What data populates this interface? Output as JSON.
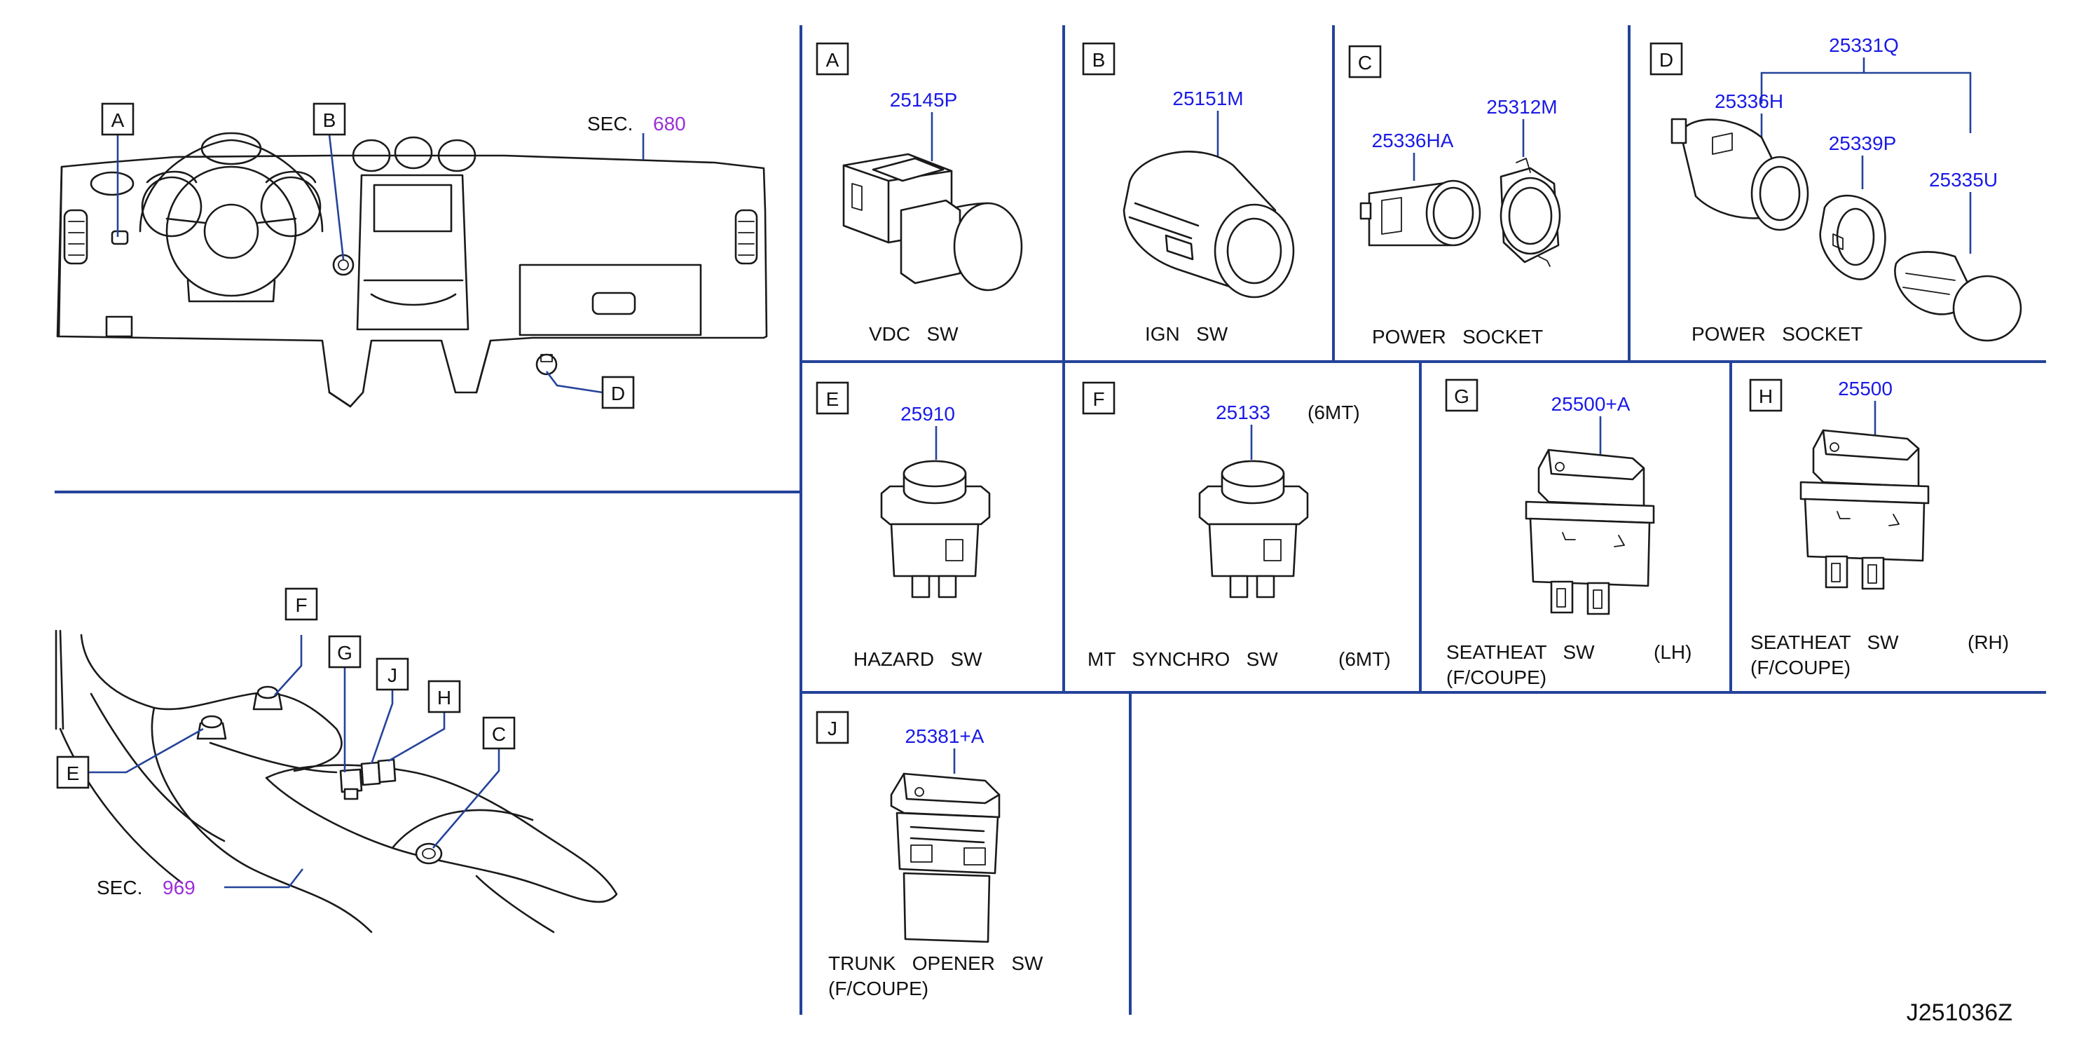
{
  "colors": {
    "grid": "#24439a",
    "part_number": "#1a1ae6",
    "section_number": "#9b2fd6",
    "line": "#1a1a1a"
  },
  "overview": {
    "dash": {
      "callouts": [
        "A",
        "B",
        "D"
      ],
      "sec_label": "SEC.",
      "sec_number": "680"
    },
    "console": {
      "callouts": [
        "F",
        "G",
        "J",
        "H",
        "E",
        "C"
      ],
      "sec_label": "SEC.",
      "sec_number": "969"
    }
  },
  "panels": {
    "A": {
      "letter": "A",
      "part": "25145P",
      "caption": "VDC   SW"
    },
    "B": {
      "letter": "B",
      "part": "25151M",
      "caption": "IGN   SW"
    },
    "C": {
      "letter": "C",
      "parts": [
        "25336HA",
        "25312M"
      ],
      "caption": "POWER   SOCKET"
    },
    "D": {
      "letter": "D",
      "group": "25331Q",
      "parts": [
        "25336H",
        "25339P",
        "25335U"
      ],
      "caption": "POWER   SOCKET"
    },
    "E": {
      "letter": "E",
      "part": "25910",
      "caption": "HAZARD   SW"
    },
    "F": {
      "letter": "F",
      "part": "25133",
      "note": "(6MT)",
      "caption": "MT   SYNCHRO   SW",
      "caption_note": "(6MT)"
    },
    "G": {
      "letter": "G",
      "part": "25500+A",
      "caption": "SEATHEAT   SW",
      "caption_side": "(LH)",
      "caption_line2": "(F/COUPE)"
    },
    "H": {
      "letter": "H",
      "part": "25500",
      "caption": "SEATHEAT   SW",
      "caption_side": "(RH)",
      "caption_line2": "(F/COUPE)"
    },
    "J": {
      "letter": "J",
      "part": "25381+A",
      "caption": "TRUNK   OPENER   SW",
      "caption_line2": "(F/COUPE)"
    }
  },
  "drawing_ref": "J251036Z"
}
